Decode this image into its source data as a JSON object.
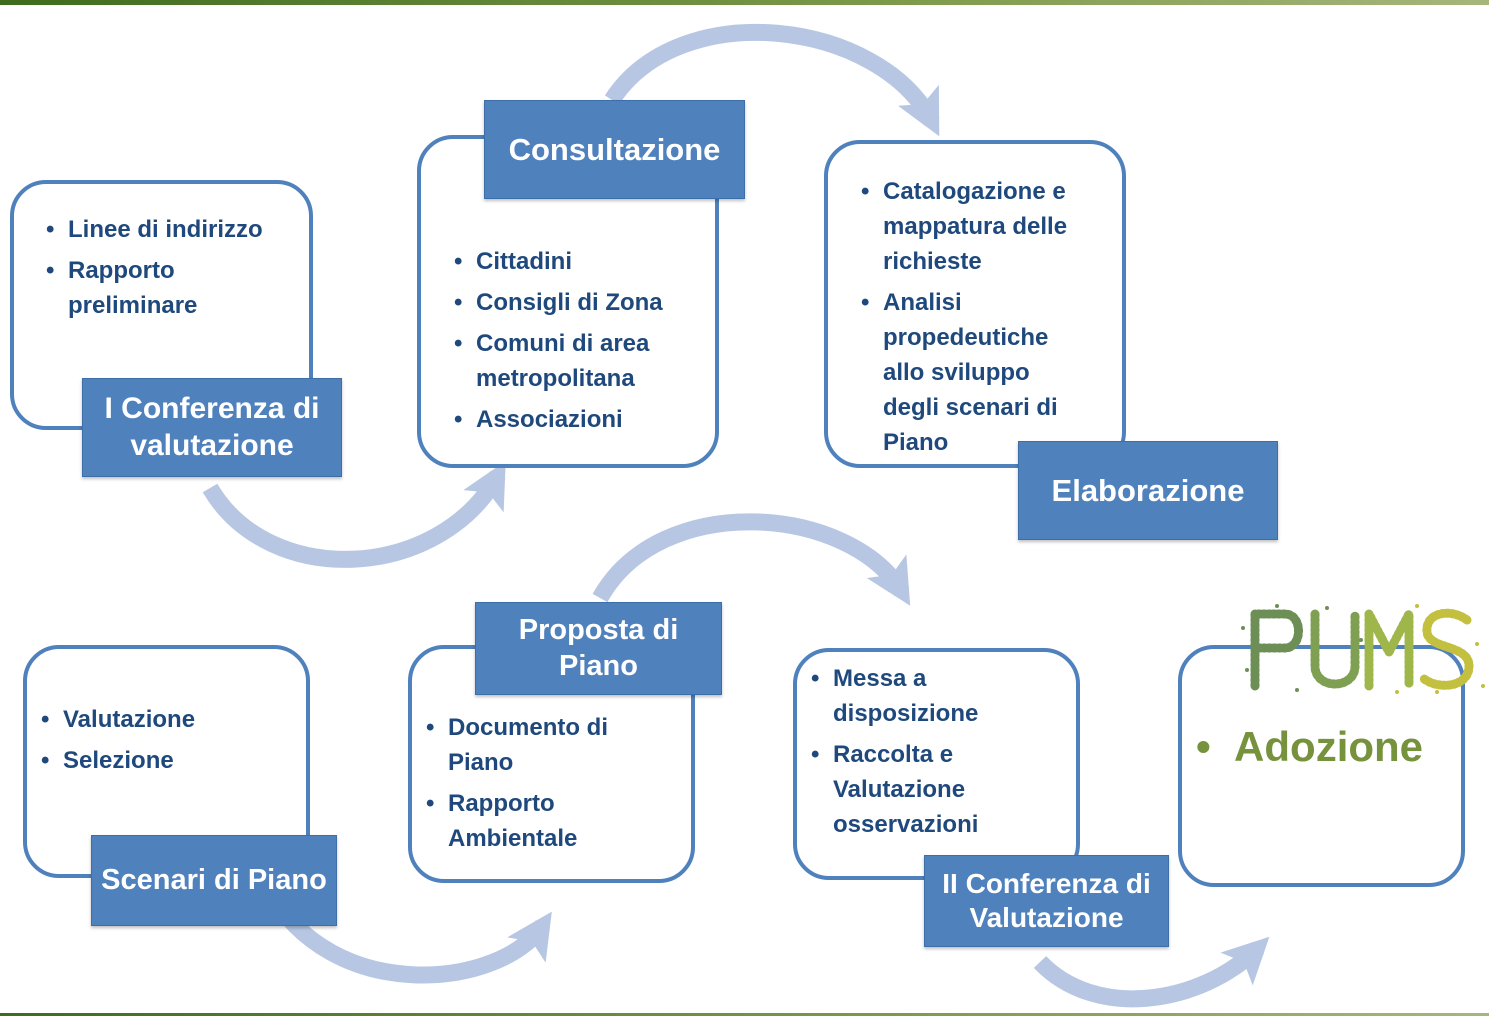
{
  "steps": [
    {
      "title": "I Conferenza di valutazione",
      "items": [
        "Linee di indirizzo",
        "Rapporto preliminare"
      ]
    },
    {
      "title": "Consultazione",
      "items": [
        "Cittadini",
        "Consigli di Zona",
        "Comuni di area metropolitana",
        "Associazioni"
      ]
    },
    {
      "title": "Elaborazione",
      "items": [
        "Catalogazione e mappatura delle richieste",
        "Analisi propedeutiche allo sviluppo degli scenari di Piano"
      ]
    },
    {
      "title": "Scenari di Piano",
      "items": [
        "Valutazione",
        "Selezione"
      ]
    },
    {
      "title": "Proposta di Piano",
      "items": [
        "Documento di Piano",
        "Rapporto Ambientale"
      ]
    },
    {
      "title": "II Conferenza di Valutazione",
      "items": [
        "Messa a disposizione",
        "Raccolta e Valutazione osservazioni"
      ]
    }
  ],
  "final_step": {
    "item": "Adozione",
    "logo_text": "PUMS"
  },
  "colors": {
    "frame": "#4f81bd",
    "label_fill": "#4f81bd",
    "item_text": "#1f497d",
    "arrow": "#b7c7e3",
    "final_text": "#76923c"
  }
}
